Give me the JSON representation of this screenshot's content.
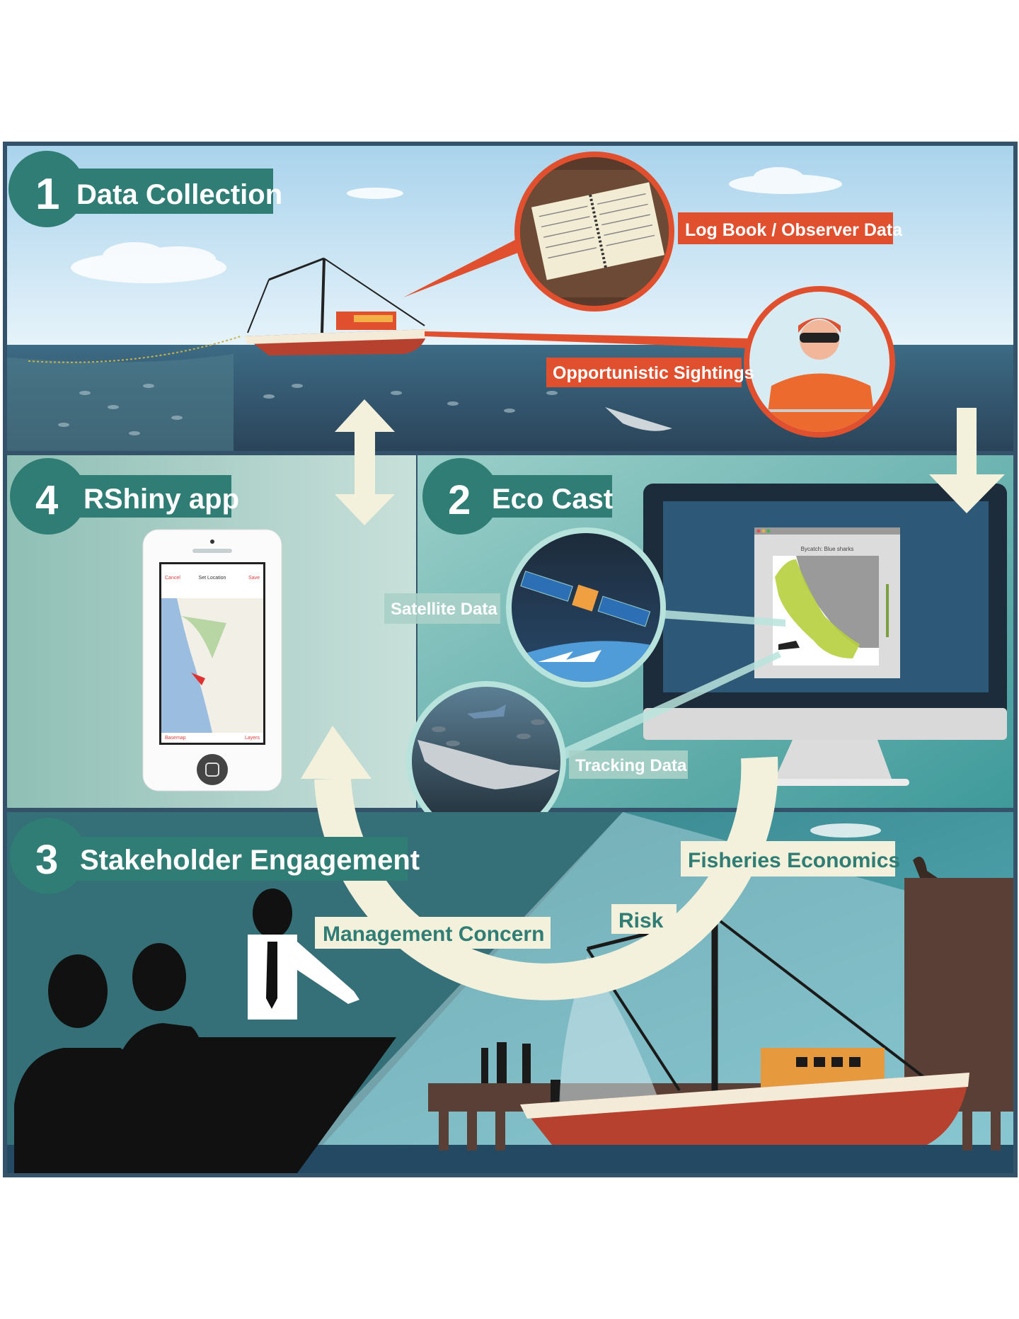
{
  "sections": {
    "data_collection": {
      "number": "1",
      "title": "Data Collection"
    },
    "eco_cast": {
      "number": "2",
      "title": "Eco Cast"
    },
    "stakeholder": {
      "number": "3",
      "title": "Stakeholder Engagement"
    },
    "rshiny": {
      "number": "4",
      "title": "RShiny app"
    }
  },
  "callouts": {
    "logbook": "Log Book / Observer Data",
    "sightings": "Opportunistic Sightings",
    "satellite": "Satellite Data",
    "tracking": "Tracking Data",
    "fisheries": "Fisheries Economics",
    "risk": "Risk",
    "management": "Management Concern"
  },
  "monitor": {
    "chart_title": "Bycatch: Blue sharks"
  },
  "phone": {
    "cancel": "Cancel",
    "title": "Set Location",
    "save": "Save",
    "basemap": "Basemap",
    "layers": "Layers"
  },
  "colors": {
    "teal": "#2f7d74",
    "orange": "#e0502f",
    "cream": "#f3f0dc",
    "frame": "#34526a"
  }
}
